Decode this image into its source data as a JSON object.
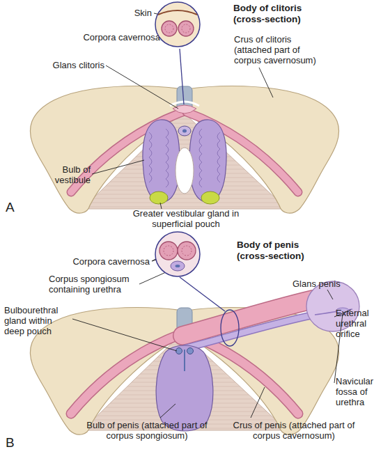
{
  "diagram": {
    "nodes": [
      {
        "text": [
          "Body of clitoris (cross-section)"
        ]
      },
      {
        "text": [
          "Body of penis (cross-section)"
        ]
      }
    ],
    "labels": [
      "Skin",
      "Corpora cavernosa",
      "Crus of clitoris (attached part of corpus cavernosum)",
      "Glans clitoris",
      "Bulb of vestibule",
      "Greater vestibular gland in superficial pouch",
      "A",
      "Corpora cavernosa",
      "Corpus spongiosum containing urethra",
      "Glans penis",
      "External urethral orifice",
      "Bulbourethral gland within deep pouch",
      "Navicular fossa of urethra",
      "Bulb of penis (attached part of corpus spongiosum)",
      "Crus of penis (attached part of corpus cavernosum)",
      "B"
    ]
  }
}
